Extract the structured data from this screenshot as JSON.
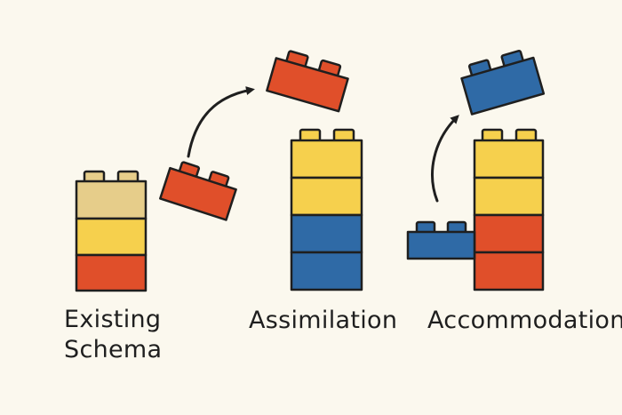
{
  "labels": {
    "existing_line1": "Existing",
    "existing_line2": "Schema",
    "assimilation": "Assimilation",
    "accommodation": "Accommodation"
  },
  "colors": {
    "background": "#fbf8ee",
    "yellow": "#f6d04d",
    "red": "#e04f2a",
    "blue": "#2f6aa6",
    "tan": "#e6cd8a",
    "outline": "#1f1f1f"
  }
}
